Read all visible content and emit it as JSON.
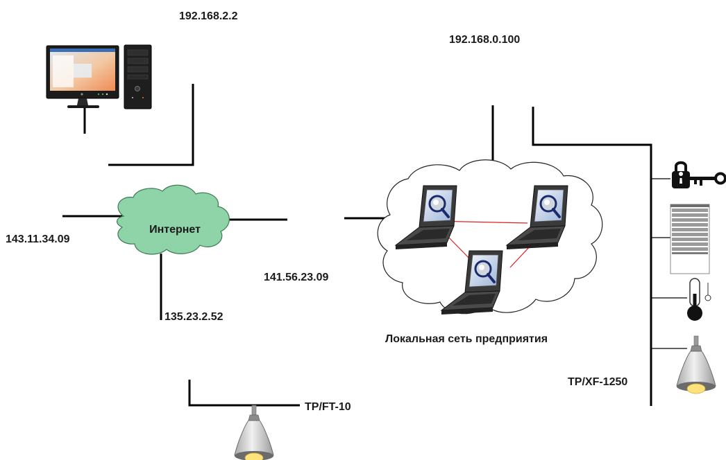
{
  "labels": {
    "pc_ip": "192.168.2.2",
    "lan_ip": "192.168.0.100",
    "left_ip": "143.11.34.09",
    "internet": "Интернет",
    "router_ip": "141.56.23.09",
    "bottom_ip": "135.23.2.52",
    "lan_name": "Локальная сеть предприятия",
    "bus_right": "TP/XF-1250",
    "bus_bottom": "TP/FT-10"
  },
  "colors": {
    "cloud_fill": "#8fd3a8",
    "cloud_stroke": "#3c7a53",
    "link_red": "#e02020",
    "lamp_light": "#ffe27a"
  },
  "icons": [
    "desktop-computer-icon",
    "tower-case-icon",
    "laptop-icon",
    "lock-key-icon",
    "blinds-icon",
    "thermometer-icon",
    "lamp-icon"
  ]
}
